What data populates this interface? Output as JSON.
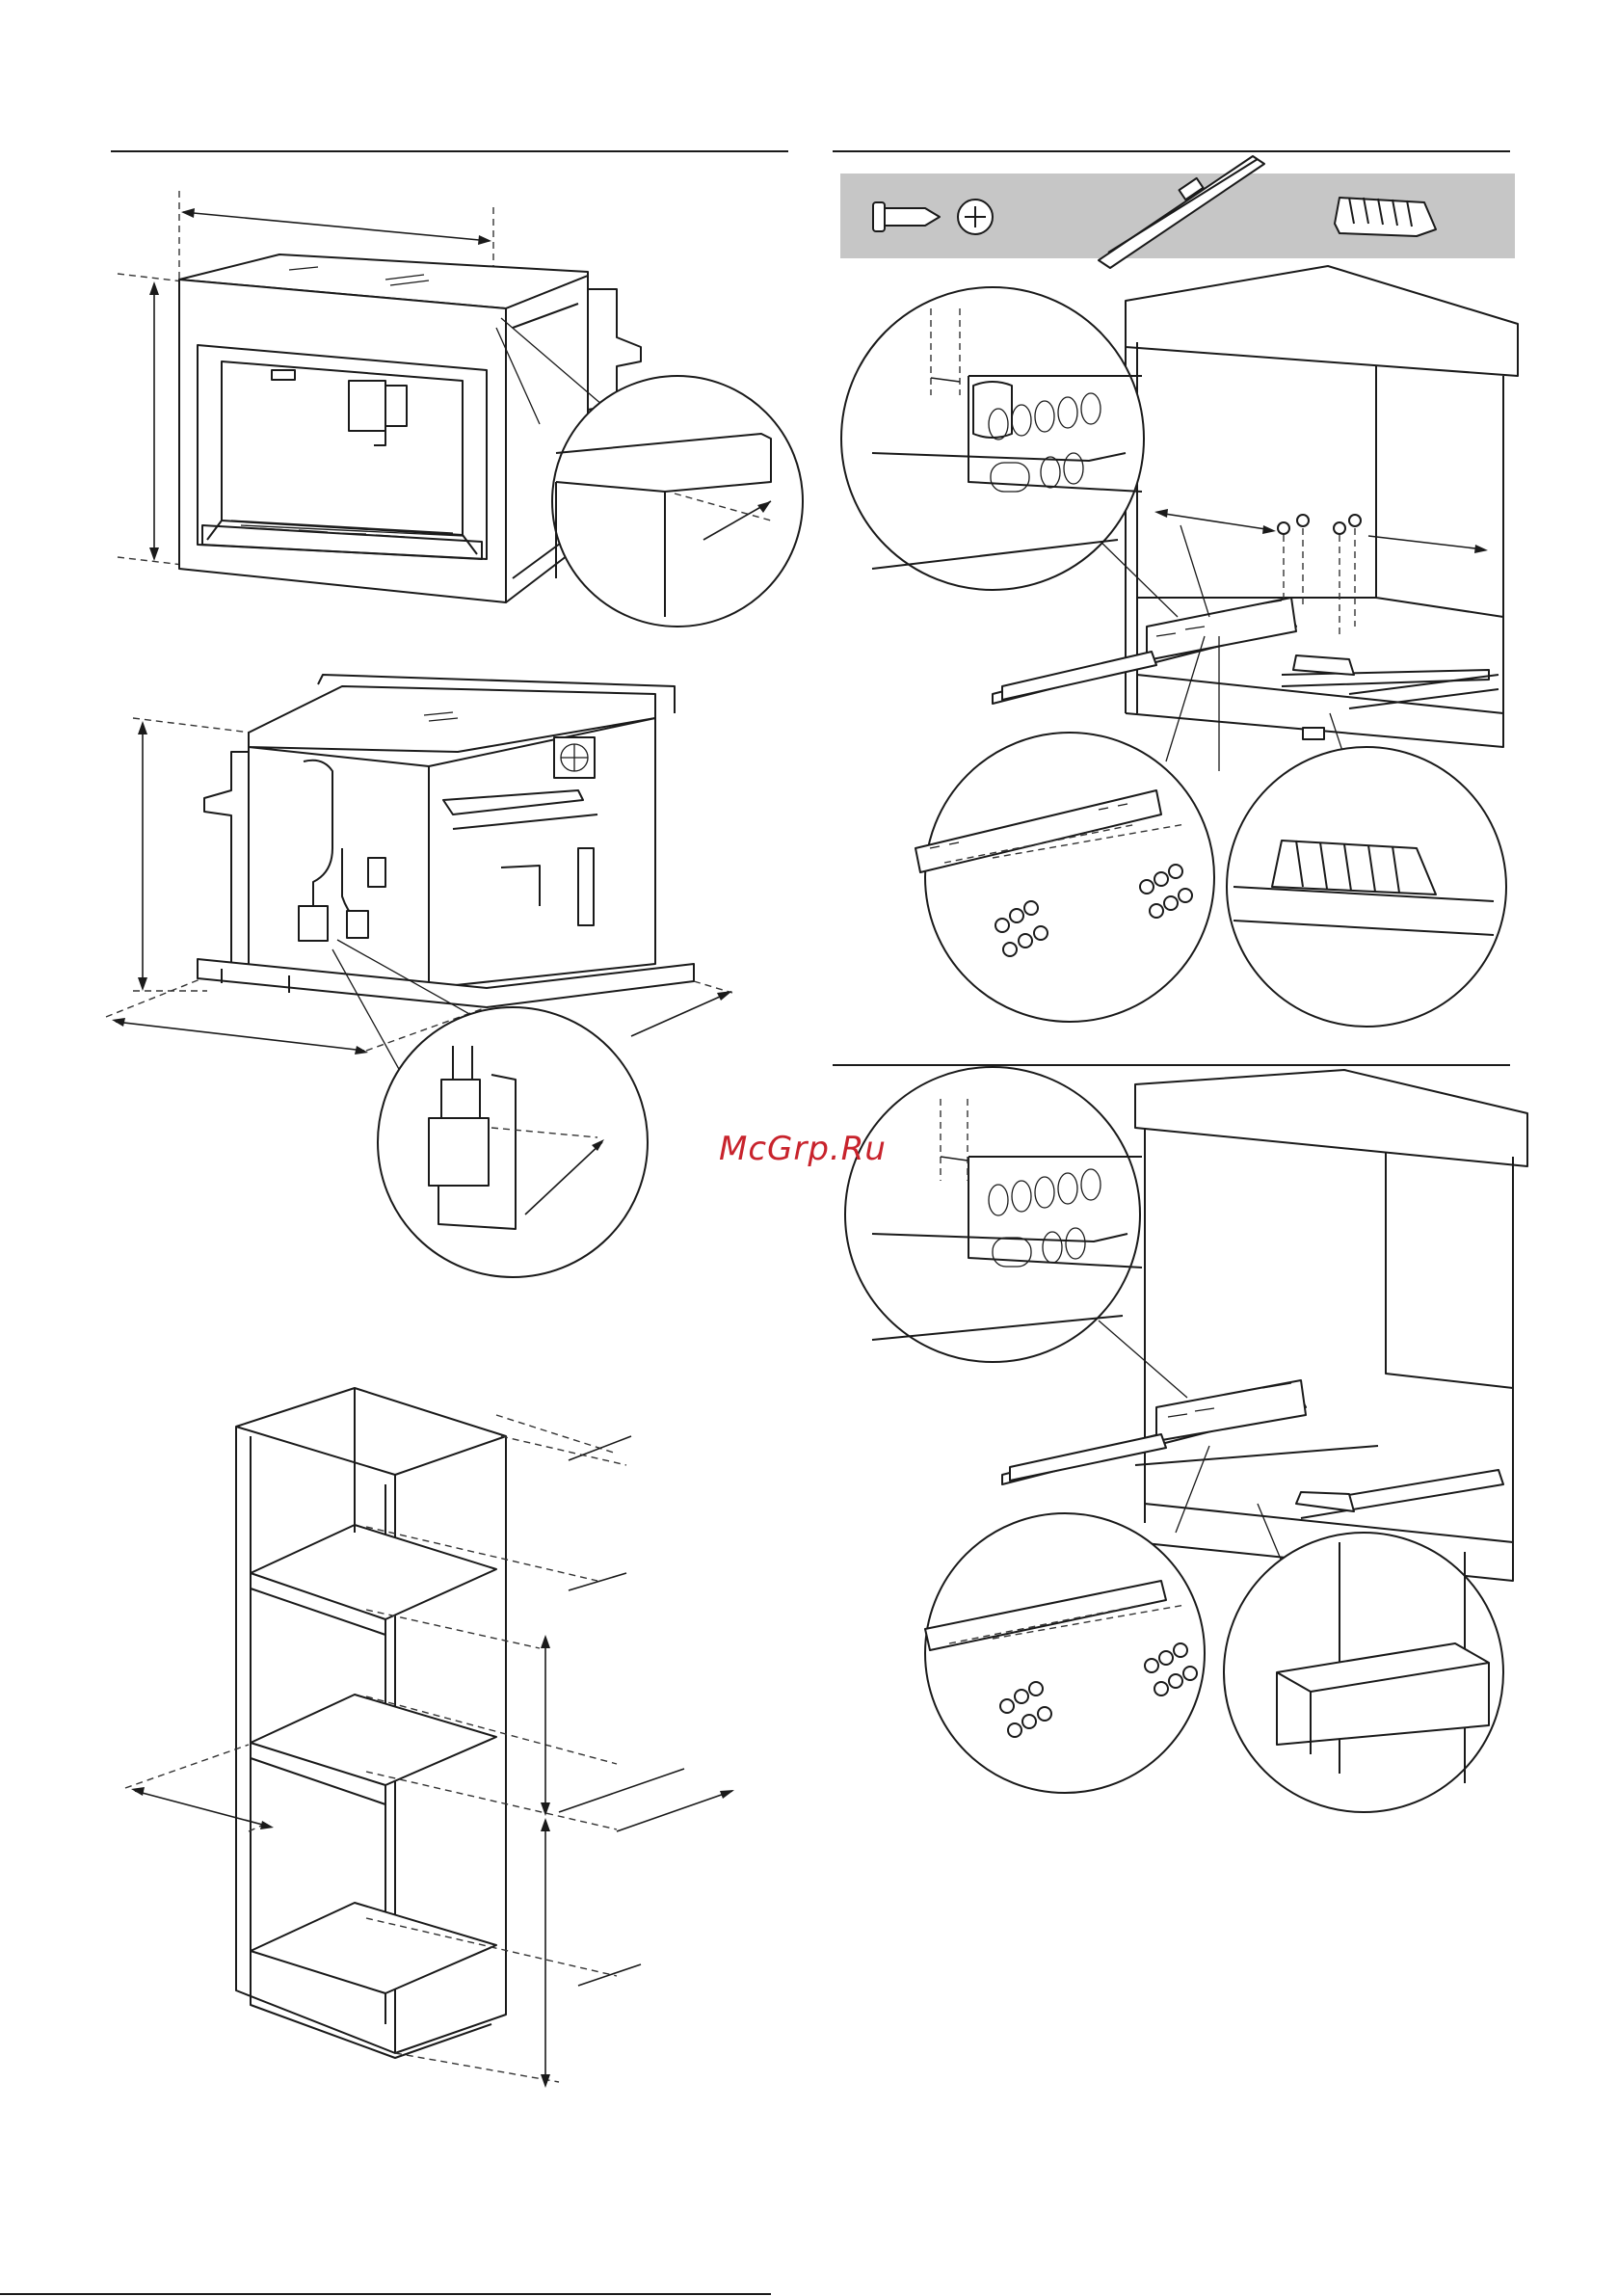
{
  "watermark": {
    "text": "McGrp.Ru",
    "color": "#c8232c"
  },
  "colors": {
    "line": "#1a1a1a",
    "dash": "#333333",
    "panel": "#c6c6c6",
    "paper": "#ffffff"
  },
  "figures": [
    {
      "id": "machine-front-view",
      "icon": "coffee-machine-front"
    },
    {
      "id": "machine-rear-view",
      "icon": "coffee-machine-rear"
    },
    {
      "id": "tall-cabinet",
      "icon": "cabinet"
    },
    {
      "id": "rail-installation",
      "icon": "telescopic-rail"
    },
    {
      "id": "rail-installation-with-drawer",
      "icon": "telescopic-rail"
    }
  ],
  "parts_strip": [
    "screw-icon",
    "screw-head-icon",
    "rail-icon",
    "clip-icon"
  ]
}
